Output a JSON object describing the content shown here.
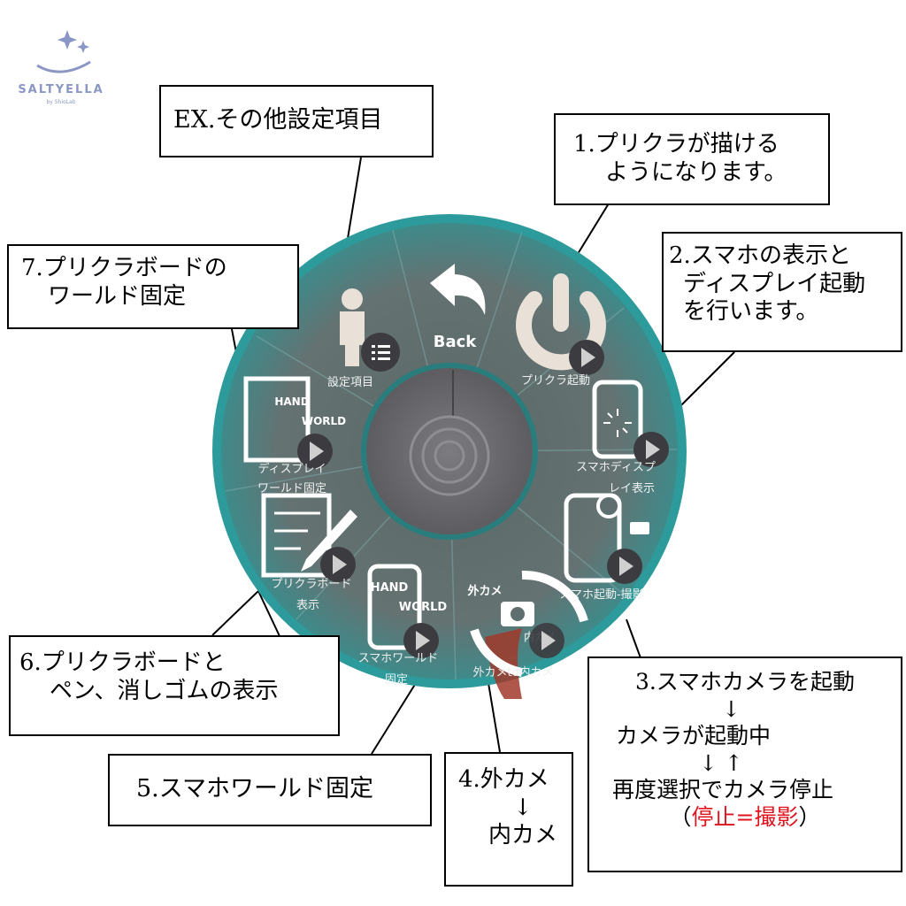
{
  "logo": {
    "name": "SALTYELLA",
    "sub": "by ShioLab"
  },
  "wheel": {
    "back": "Back",
    "items": {
      "power": "プリクラ起動",
      "display": [
        "スマホディスプ",
        "レイ表示"
      ],
      "camera": "スマホ起動-撮影",
      "switch_cam": "外カメto内カメ",
      "switch_tag_out": "外カメ",
      "switch_tag_in": "内カメ",
      "world_phone": [
        "スマホワールド",
        "固定"
      ],
      "pen": [
        "プリクラボード",
        "表示"
      ],
      "board_world": [
        "ディスプレイ",
        "ワールド固定"
      ],
      "settings": "設定項目",
      "hand": "HAND",
      "world": "WORLD"
    }
  },
  "callouts": {
    "ex": [
      "EX.その他設定項目"
    ],
    "c1": [
      "1.プリクラが描ける",
      "ようになります。"
    ],
    "c2": [
      "2.スマホの表示と",
      "ディスプレイ起動",
      "を行います。"
    ],
    "c3": {
      "line1": "3.スマホカメラを起動",
      "arrow1": "↓",
      "line2": "カメラが起動中",
      "arrow2": "↓ ↑",
      "line3": "再度選択でカメラ停止",
      "paren_open": "（",
      "red": "停止=撮影",
      "paren_close": "）"
    },
    "c4": [
      "4.外カメ",
      "↓",
      "内カメ"
    ],
    "c5": [
      "5.スマホワールド固定"
    ],
    "c6": [
      "6.プリクラボードと",
      "ペン、消しゴムの表示"
    ],
    "c7": [
      "7.プリクラボードの",
      "ワールド固定"
    ]
  },
  "colors": {
    "wheel_rim": "#2d9b9b",
    "wheel_face": "#5f6e6e",
    "hub": "#6e6e72",
    "accent_red": "#e0141e"
  }
}
